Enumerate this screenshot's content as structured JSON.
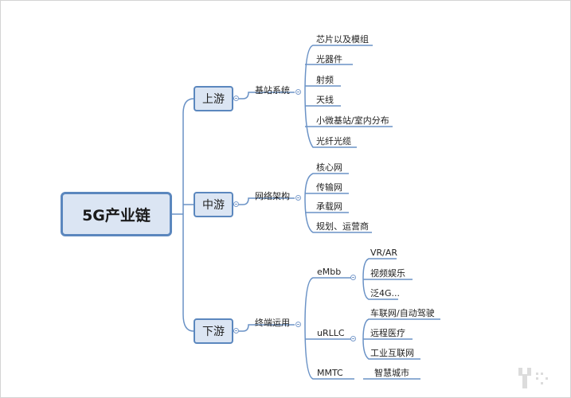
{
  "root": "5G产业链",
  "upstream": {
    "label": "上游",
    "branch": "基站系统",
    "items": [
      "芯片以及模组",
      "光器件",
      "射频",
      "天线",
      "小微基站/室内分布",
      "光纤光缆"
    ]
  },
  "midstream": {
    "label": "中游",
    "branch": "网络架构",
    "items": [
      "核心网",
      "传输网",
      "承载网",
      "规划、运营商"
    ]
  },
  "downstream": {
    "label": "下游",
    "branch": "终端运用",
    "embb": {
      "label": "eMbb",
      "items": [
        "VR/AR",
        "视频娱乐",
        "泛4G..."
      ]
    },
    "urllc": {
      "label": "uRLLC",
      "items": [
        "车联网/自动驾驶",
        "远程医疗",
        "工业互联网"
      ]
    },
    "mmtc": {
      "label": "MMTC",
      "items": [
        "智慧城市"
      ]
    }
  },
  "colors": {
    "line": "#6a92c6",
    "node_fill": "#dbe5f3",
    "node_border": "#5b87be"
  }
}
